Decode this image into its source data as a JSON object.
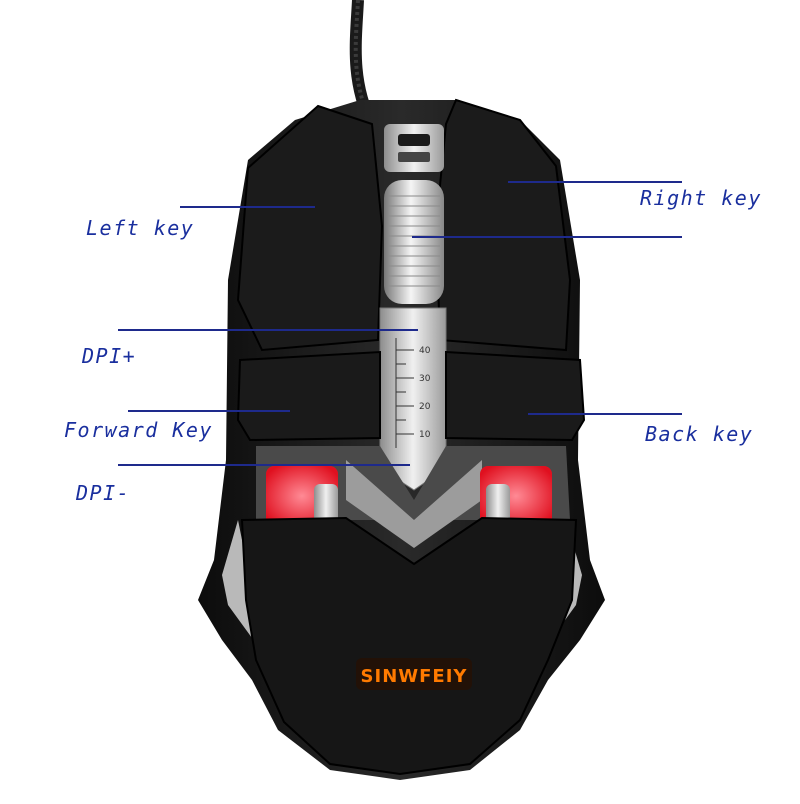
{
  "labels": {
    "left_key": "Left key",
    "right_key": "Right key",
    "dpi_plus": "DPI+",
    "forward_key": "Forward Key",
    "back_key": "Back key",
    "dpi_minus": "DPI-"
  },
  "dpi_scale": [
    "40",
    "30",
    "20",
    "10"
  ],
  "brand": "SINWFEIY",
  "colors": {
    "label": "#1a2f9e",
    "leader_line": "#1e2a8c",
    "shell": "#151515",
    "led": "#ff2a3a",
    "brand_glow": "#ff7a00"
  }
}
